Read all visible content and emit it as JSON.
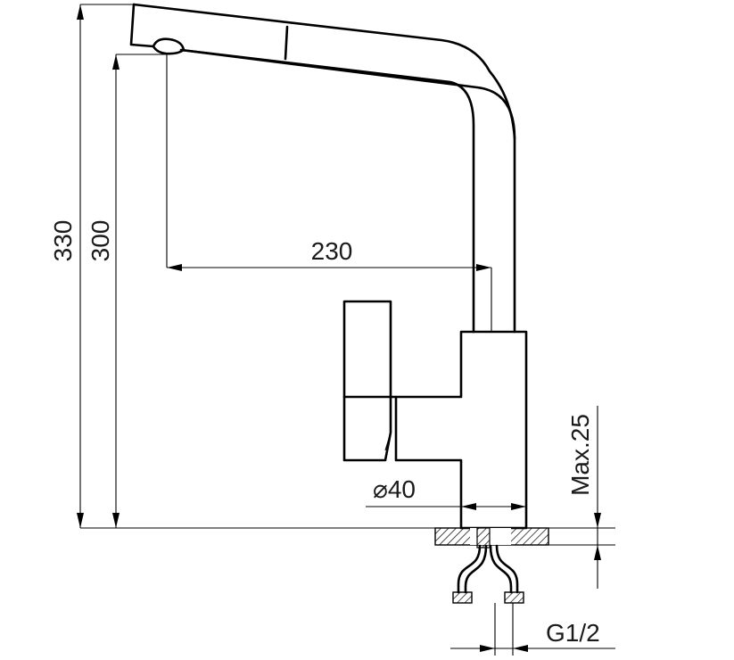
{
  "diagram": {
    "dimensions": {
      "total_height": "330",
      "spout_height": "300",
      "spout_reach": "230",
      "base_diameter": "⌀40",
      "max_counter_thickness": "Max.25",
      "thread": "G1/2"
    }
  }
}
